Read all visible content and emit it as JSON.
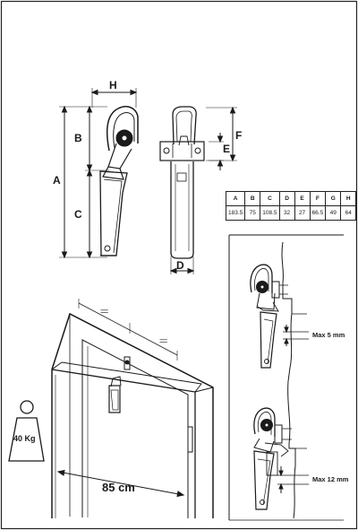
{
  "dimensions": {
    "A": "A",
    "B": "B",
    "C": "C",
    "D": "D",
    "E": "E",
    "F": "F",
    "H": "H"
  },
  "table": {
    "headers": [
      "A",
      "B",
      "C",
      "D",
      "E",
      "F",
      "G",
      "H"
    ],
    "values": [
      "183.5",
      "75",
      "108.5",
      "32",
      "27",
      "66.5",
      "49",
      "64"
    ]
  },
  "notes": {
    "max_top": "Max 5 mm",
    "max_bottom": "Max 12 mm",
    "door_width": "85 cm",
    "weight": "40 Kg",
    "equal_mark": "="
  }
}
